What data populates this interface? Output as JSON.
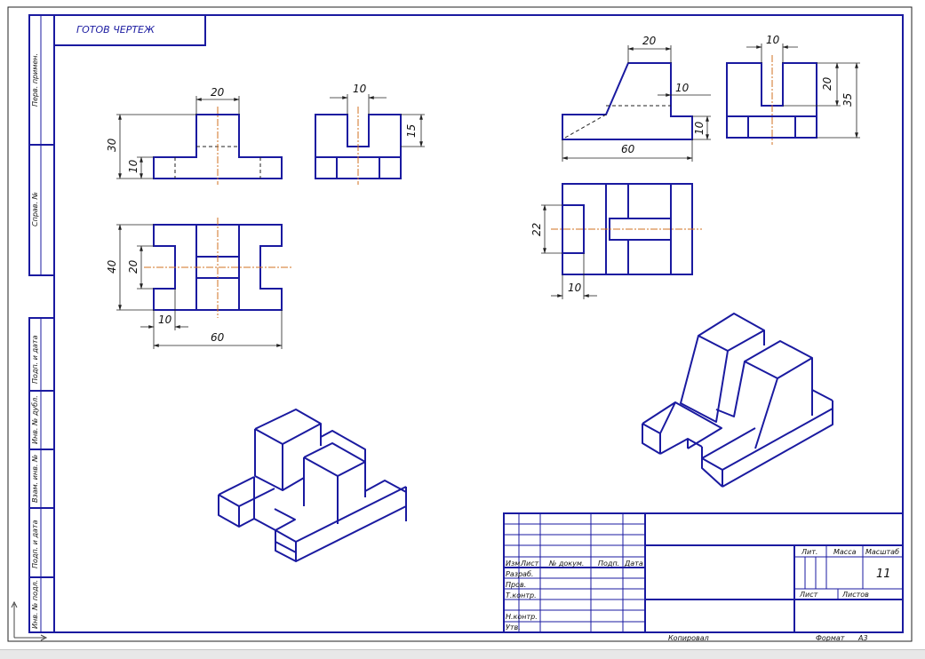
{
  "colors": {
    "outline": "#1a1aa0",
    "thin": "#222222",
    "axis": "#d07020",
    "hidden": "#1a1a1a"
  },
  "top_stamp": "ГОТОВ ЧЕРТЕЖ",
  "left_strip": [
    "Перв. примен.",
    "Справ. №",
    "Подп. и дата",
    "Инв. № дубл.",
    "Взам. инв. №",
    "Подп. и дата",
    "Инв. № подл."
  ],
  "dimensions": {
    "front_left": {
      "width": "20",
      "height_total": "30",
      "height_base": "10"
    },
    "side_left": {
      "slot": "10",
      "height": "15"
    },
    "plan_left": {
      "height": "40",
      "inner": "20",
      "step": "10",
      "length": "60"
    },
    "front_right": {
      "top": "20",
      "step": "10",
      "base": "10",
      "length": "60"
    },
    "side_right": {
      "slot": "10",
      "upper": "20",
      "total": "35"
    },
    "plan_right": {
      "height": "22",
      "offset": "10"
    }
  },
  "title_block": {
    "col_headers": [
      "Изм.",
      "Лист",
      "№ докум.",
      "Подп.",
      "Дата"
    ],
    "rows": [
      "Разраб.",
      "Пров.",
      "Т.контр.",
      "",
      "Н.контр.",
      "Утв."
    ],
    "lit": "Лит.",
    "mass": "Масса",
    "scale": "Масштаб",
    "sheet_number": "11",
    "sheet": "Лист",
    "sheets": "Листов",
    "copied": "Копировал",
    "format": "Формат",
    "format_value": "А3"
  }
}
